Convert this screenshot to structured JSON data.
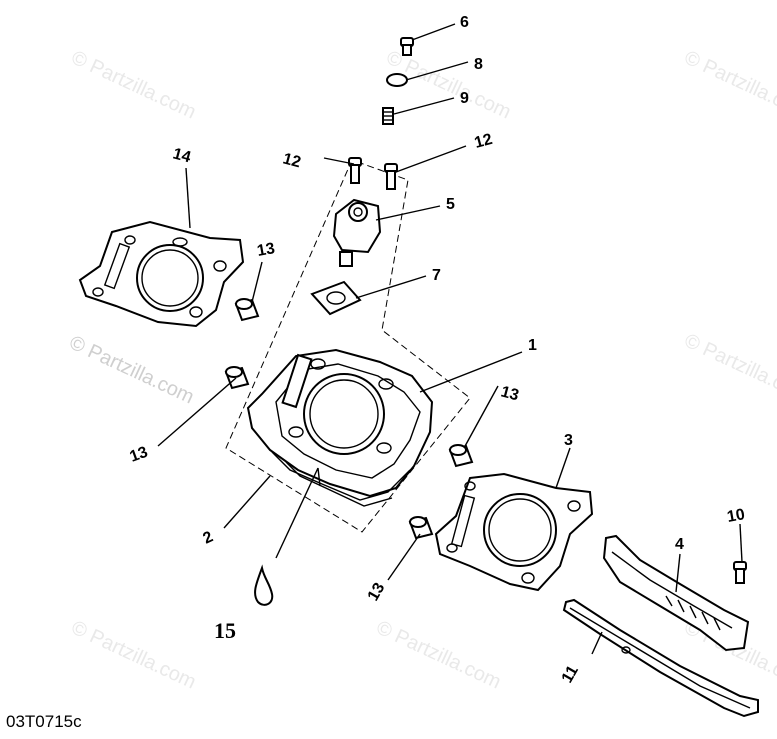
{
  "callouts": {
    "c1": "1",
    "c2": "2",
    "c3": "3",
    "c4": "4",
    "c5": "5",
    "c6": "6",
    "c7": "7",
    "c8": "8",
    "c9": "9",
    "c10": "10",
    "c11": "11",
    "c12a": "12",
    "c12b": "12",
    "c13a": "13",
    "c13b": "13",
    "c13c": "13",
    "c13d": "13",
    "c14": "14",
    "c15": "15"
  },
  "watermark": {
    "main": "© Partzilla.com",
    "faint": "© Partzilla.com"
  },
  "diagram_code": "03T0715c"
}
